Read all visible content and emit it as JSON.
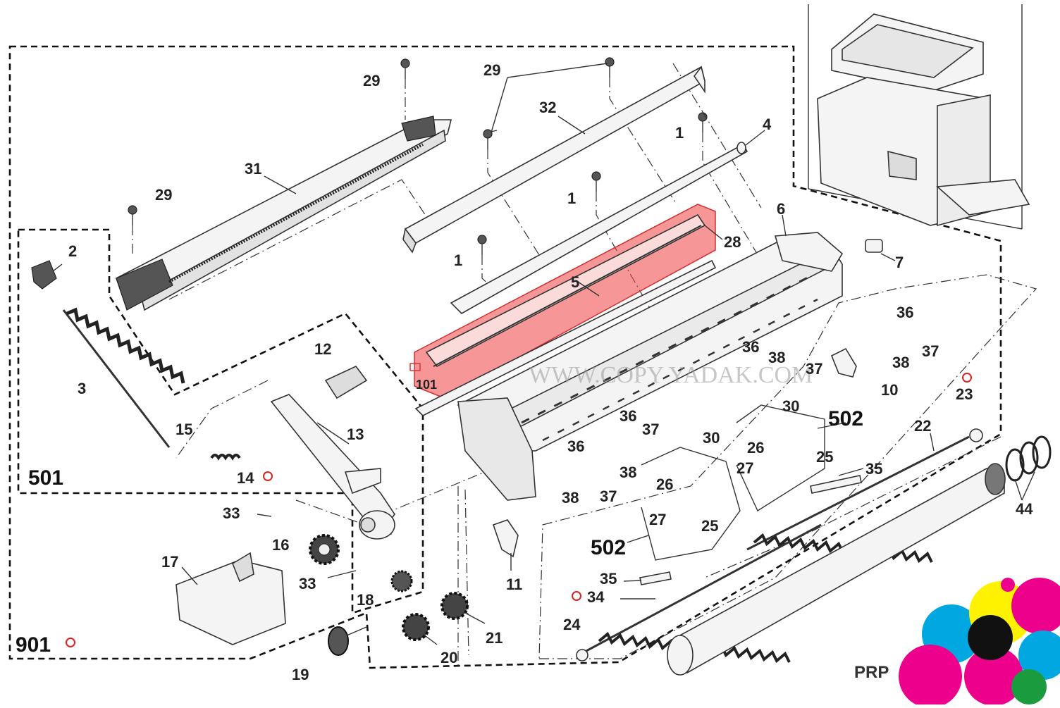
{
  "diagram": {
    "callouts": {
      "c1a": "1",
      "c1b": "1",
      "c1c": "1",
      "c2": "2",
      "c3": "3",
      "c4": "4",
      "c5": "5",
      "c6": "6",
      "c7": "7",
      "c10": "10",
      "c11": "11",
      "c12": "12",
      "c13": "13",
      "c14": "14",
      "c15": "15",
      "c16": "16",
      "c17": "17",
      "c18": "18",
      "c19": "19",
      "c20": "20",
      "c21": "21",
      "c22": "22",
      "c23": "23",
      "c24": "24",
      "c25a": "25",
      "c25b": "25",
      "c26a": "26",
      "c26b": "26",
      "c27a": "27",
      "c27b": "27",
      "c28": "28",
      "c29a": "29",
      "c29b": "29",
      "c29c": "29",
      "c30a": "30",
      "c30b": "30",
      "c31": "31",
      "c32": "32",
      "c33a": "33",
      "c33b": "33",
      "c34": "34",
      "c35a": "35",
      "c35b": "35",
      "c36a": "36",
      "c36b": "36",
      "c36c": "36",
      "c36d": "36",
      "c37a": "37",
      "c37b": "37",
      "c37c": "37",
      "c37d": "37",
      "c38a": "38",
      "c38b": "38",
      "c38c": "38",
      "c38d": "38",
      "c44": "44",
      "c101": "101"
    },
    "groups": {
      "g501": "501",
      "g502a": "502",
      "g502b": "502",
      "g901": "901"
    },
    "highlight_color": "#f04040",
    "highlighted_part": "5",
    "watermark": "WWW.COPY YADAK.COM",
    "logo_text": "PRP",
    "logo_colors": [
      "#00a7e1",
      "#ec008c",
      "#fff200",
      "#111111",
      "#1a9c3e"
    ]
  }
}
